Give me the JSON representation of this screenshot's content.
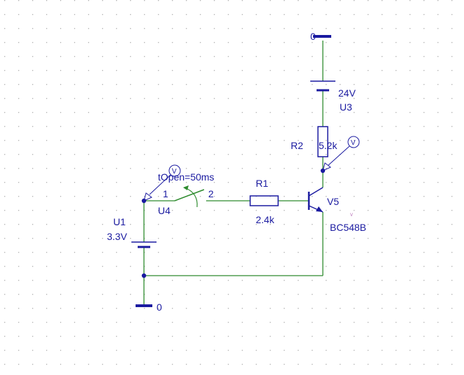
{
  "schematic": {
    "ground_top": "0",
    "ground_bottom": "0",
    "source_u3": {
      "value": "24V",
      "ref": "U3"
    },
    "source_u1": {
      "value": "3.3V",
      "ref": "U1"
    },
    "resistor_r2": {
      "ref": "R2",
      "value": "5.2k"
    },
    "resistor_r1": {
      "ref": "R1",
      "value": "2.4k"
    },
    "switch_u4": {
      "ref": "U4",
      "param": "tOpen=50ms",
      "pin1": "1",
      "pin2": "2"
    },
    "transistor_v5": {
      "ref": "V5",
      "model": "BC548B"
    },
    "probe_glyph": "V",
    "probe_small": "v"
  },
  "colors": {
    "component": "#1a1aa0",
    "wire": "#2e8b2e",
    "grid_dot": "#b8b8b8"
  }
}
